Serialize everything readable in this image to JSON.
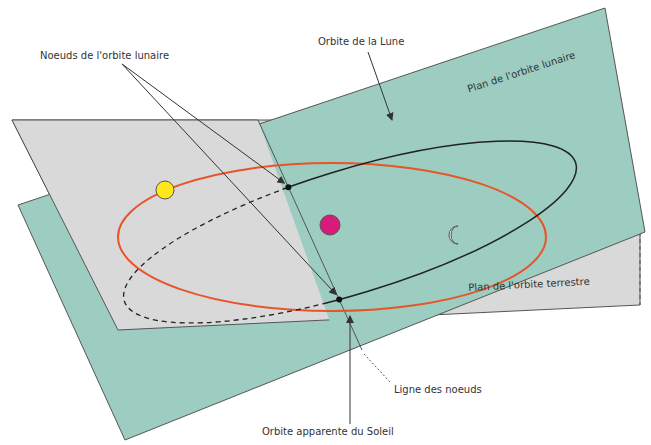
{
  "diagram": {
    "labels": [
      "Noeuds de l'orbite lunaire",
      "Orbite de la Lune",
      "Plan de l'orbite lunaire",
      "Plan de l'orbite terrestre",
      "Ligne des noeuds",
      "Orbite apparente du Soleil"
    ]
  }
}
